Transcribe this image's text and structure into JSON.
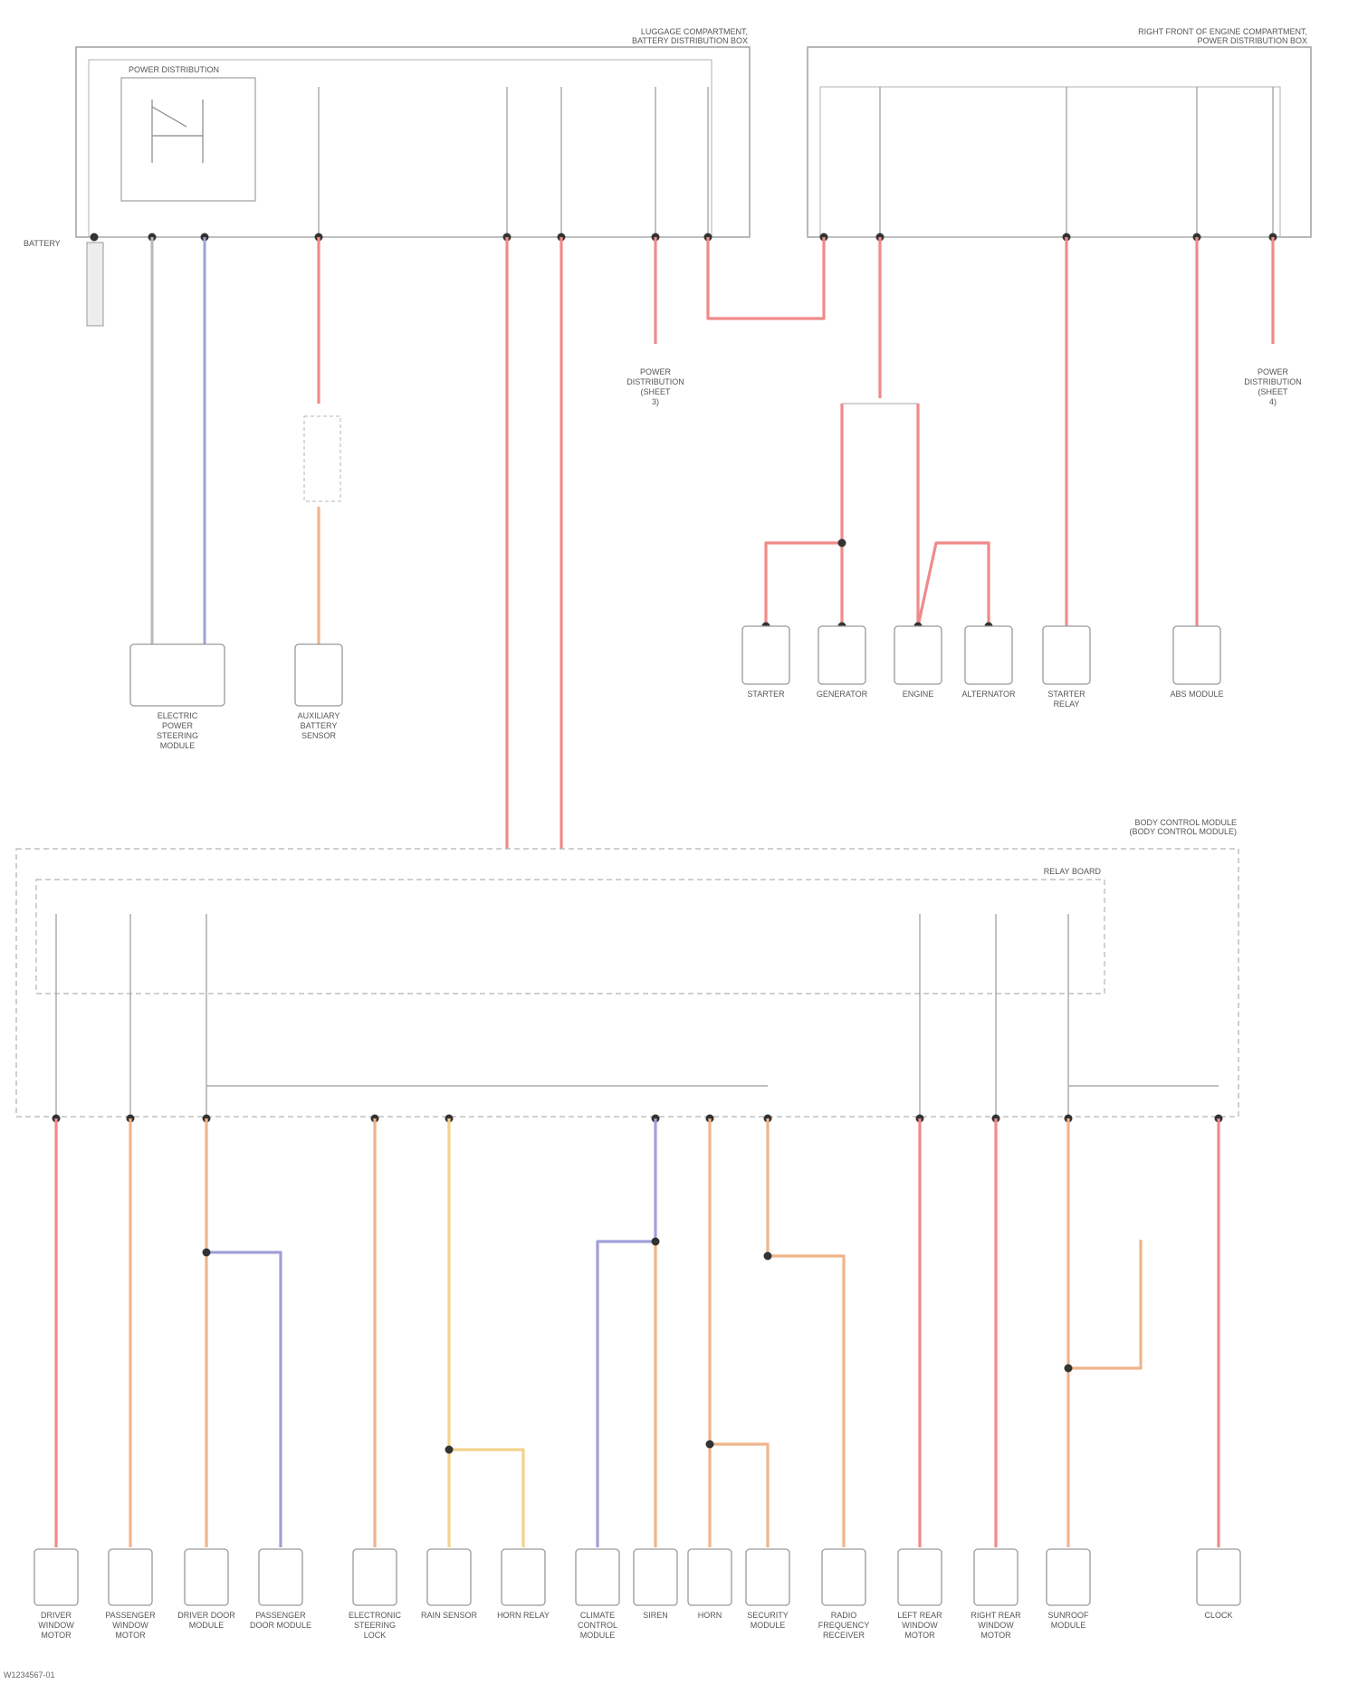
{
  "colors": {
    "wire_red": "#f08a8a",
    "wire_orange": "#f0b48a",
    "wire_yellow": "#f2d28c",
    "wire_blue": "#9fa0d8",
    "wire_gray": "#b9b9b9",
    "box_line": "#9a9a9a",
    "dot": "#333333"
  },
  "header": {
    "left_box_title_line1": "LUGGAGE COMPARTMENT,",
    "left_box_title_line2": "BATTERY DISTRIBUTION BOX",
    "right_box_title_line1": "RIGHT FRONT OF ENGINE COMPARTMENT,",
    "right_box_title_line2": "POWER DISTRIBUTION BOX",
    "battery_label": "BATTERY",
    "relay_label": "POWER DISTRIBUTION"
  },
  "body_module": {
    "title_line1": "BODY CONTROL MODULE",
    "title_line2": "(BODY CONTROL MODULE)",
    "inner_label": "RELAY BOARD"
  },
  "top_components": [
    "ELECTRIC POWER STEERING MODULE",
    "AUXILIARY BATTERY SENSOR",
    "POWER DISTRIBUTION (SHEET 3)",
    "STARTER",
    "GENERATOR",
    "ENGINE",
    "ALTERNATOR",
    "STARTER RELAY",
    "ABS MODULE",
    "POWER DISTRIBUTION (SHEET 4)"
  ],
  "bottom_components": [
    "DRIVER WINDOW MOTOR",
    "PASSENGER WINDOW MOTOR",
    "DRIVER DOOR MODULE",
    "PASSENGER DOOR MODULE",
    "ELECTRONIC STEERING LOCK",
    "RAIN SENSOR",
    "HORN RELAY",
    "CLIMATE CONTROL MODULE",
    "SIREN",
    "HORN",
    "SECURITY MODULE",
    "RADIO FREQUENCY RECEIVER",
    "LEFT REAR WINDOW MOTOR",
    "RIGHT REAR WINDOW MOTOR",
    "SUNROOF MODULE",
    "CLOCK"
  ],
  "footer_code": "W1234567-01"
}
